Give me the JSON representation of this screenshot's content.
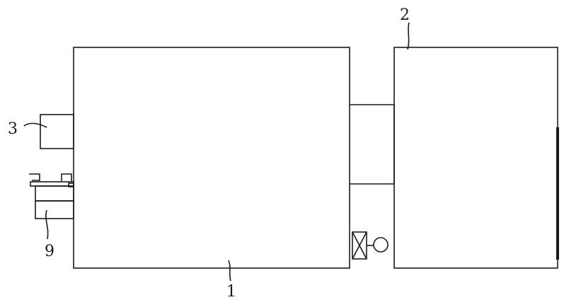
{
  "labels": {
    "part_1": "1",
    "part_2": "2",
    "part_3": "3",
    "part_9": "9"
  }
}
